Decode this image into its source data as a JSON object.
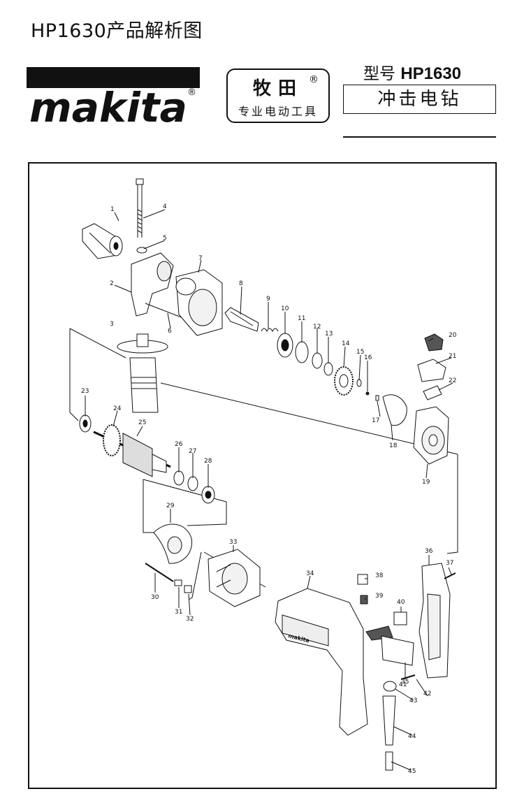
{
  "header": {
    "title": "HP1630产品解析图",
    "logo_text": "makita",
    "logo_reg": "®",
    "brand_cn": "牧田",
    "brand_reg": "®",
    "slogan_cn": "专业电动工具",
    "model_prefix": "型号",
    "model_number": "HP1630",
    "product_name": "冲击电钻"
  },
  "parts": [
    "1",
    "2",
    "3",
    "4",
    "5",
    "6",
    "7",
    "8",
    "9",
    "10",
    "11",
    "12",
    "13",
    "14",
    "15",
    "16",
    "17",
    "18",
    "19",
    "20",
    "21",
    "22",
    "23",
    "24",
    "25",
    "26",
    "27",
    "28",
    "29",
    "30",
    "31",
    "32",
    "33",
    "34",
    "35",
    "36",
    "37",
    "38",
    "39",
    "40",
    "41",
    "42",
    "43",
    "44",
    "45"
  ],
  "colors": {
    "ink": "#111111",
    "paper": "#ffffff",
    "shade": "#d9d9d9",
    "dark": "#555555"
  }
}
